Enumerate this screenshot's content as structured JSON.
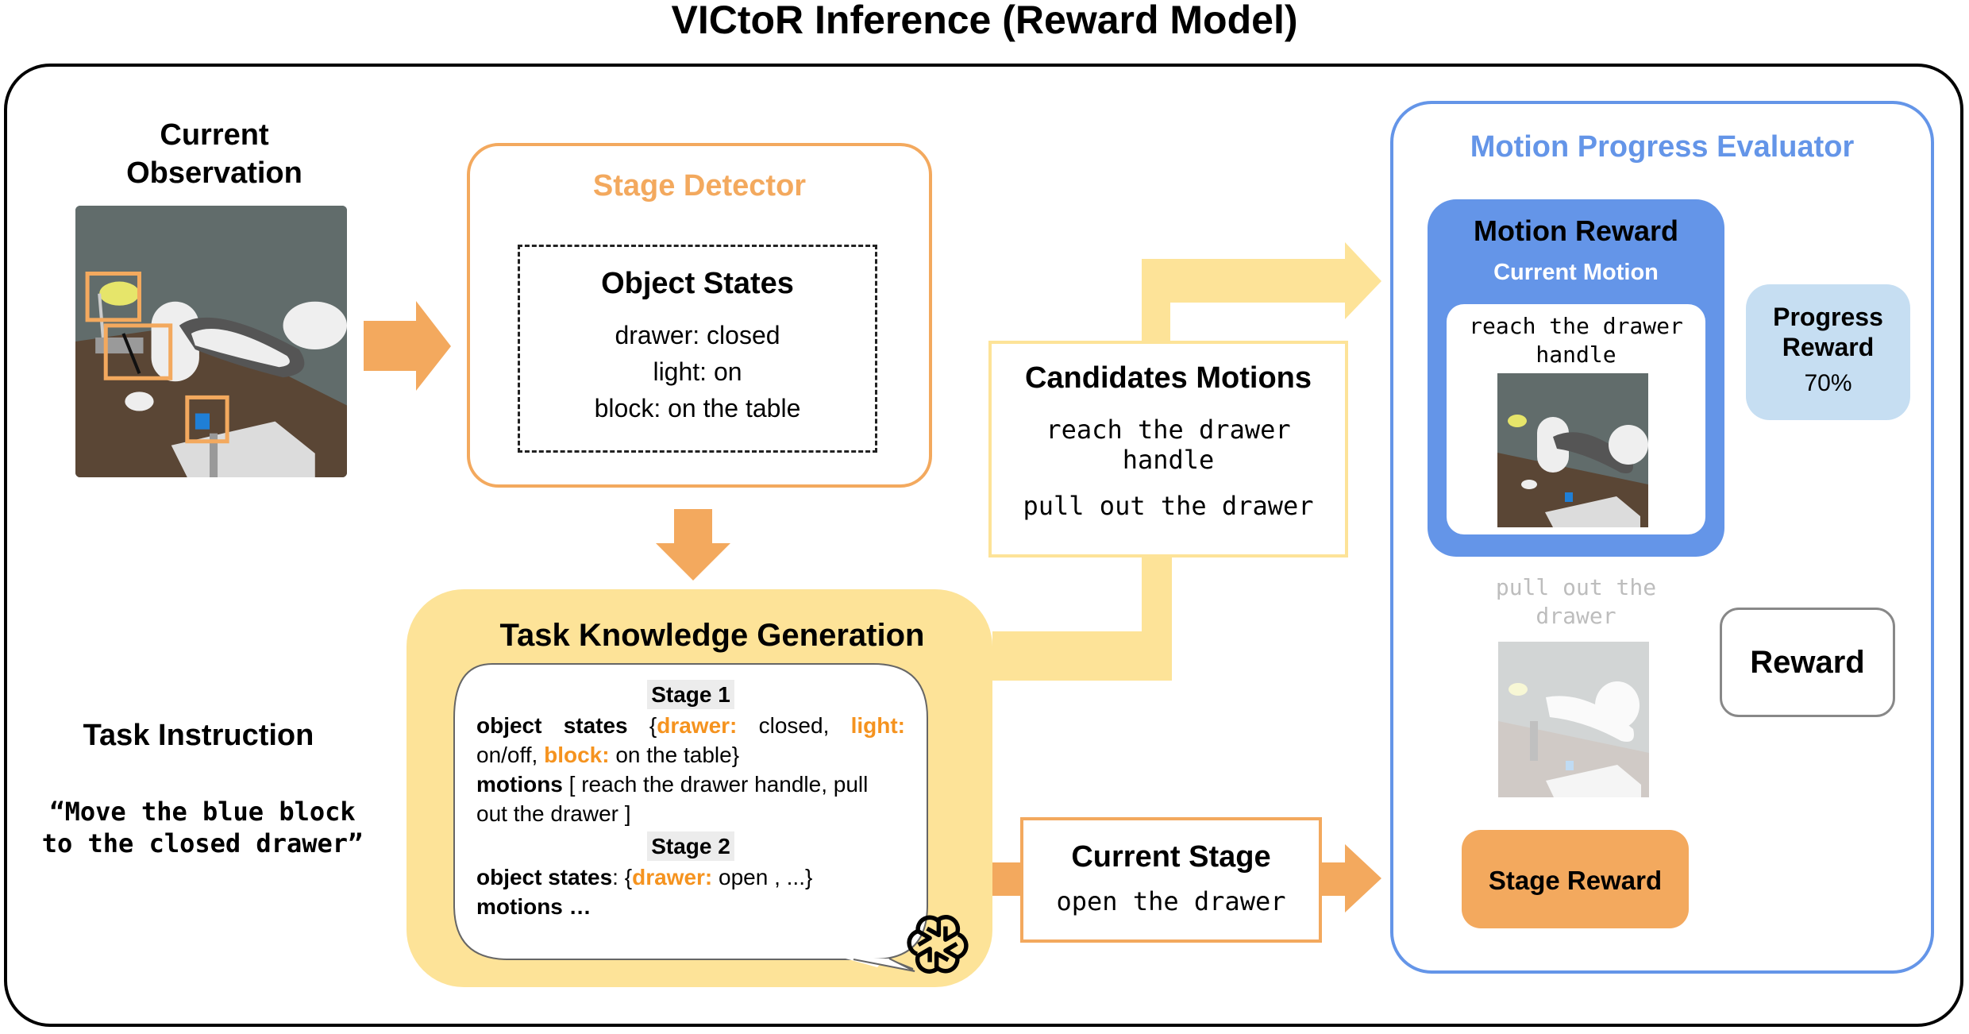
{
  "title": "VICtoR Inference (Reward Model)",
  "observation": {
    "label_line1": "Current",
    "label_line2": "Observation",
    "image_alt": "robot arm scene with lamp, drawer and blue block; detected objects outlined in orange"
  },
  "stage_detector": {
    "title": "Stage Detector",
    "object_states_title": "Object States",
    "object_states": [
      "drawer: closed",
      "light: on",
      "block: on the table"
    ]
  },
  "task_knowledge": {
    "title": "Task Knowledge Generation",
    "stage1_header": "Stage 1",
    "stage1_object_states_label": "object states",
    "stage1_open_brace": " {",
    "stage1_drawer_key": "drawer:",
    "stage1_drawer_val": " closed, ",
    "stage1_light_key": "light:",
    "stage1_light_val": " on/off, ",
    "stage1_block_key": "block:",
    "stage1_block_val": " on the table}",
    "stage1_motions_label": "motions",
    "stage1_motions_val": " [ reach the drawer handle, pull out the drawer ]",
    "stage2_header": "Stage 2",
    "stage2_object_states_label": "object states",
    "stage2_colon_brace": ": {",
    "stage2_drawer_key": "drawer:",
    "stage2_drawer_val": " open , ...}",
    "stage2_motions_label": "motions …",
    "llm_icon": "openai-logo-icon"
  },
  "task_instruction": {
    "label": "Task Instruction",
    "quote_line1": "“Move the blue block",
    "quote_line2": "to the closed drawer”"
  },
  "candidates": {
    "title": "Candidates Motions",
    "items": [
      "reach the drawer handle",
      "pull out the drawer"
    ],
    "item1_line1": "reach the drawer",
    "item1_line2": "handle"
  },
  "current_stage": {
    "title": "Current Stage",
    "value": "open the drawer"
  },
  "evaluator": {
    "title": "Motion Progress Evaluator",
    "motion_reward": {
      "title": "Motion Reward",
      "subtitle": "Current Motion",
      "motion_line1": "reach the drawer",
      "motion_line2": "handle"
    },
    "progress_reward": {
      "title_line1": "Progress",
      "title_line2": "Reward",
      "value": "70%",
      "progress_fraction": 0.7
    },
    "inactive_motion": {
      "line1": "pull out the",
      "line2": "drawer"
    },
    "reward_label": "Reward",
    "stage_reward_label": "Stage Reward"
  },
  "colors": {
    "orange": "#f3a95e",
    "orange_text": "#f5931f",
    "yellow": "#fde398",
    "blue": "#6495e8",
    "light_blue": "#c6def2",
    "black": "#000000"
  }
}
